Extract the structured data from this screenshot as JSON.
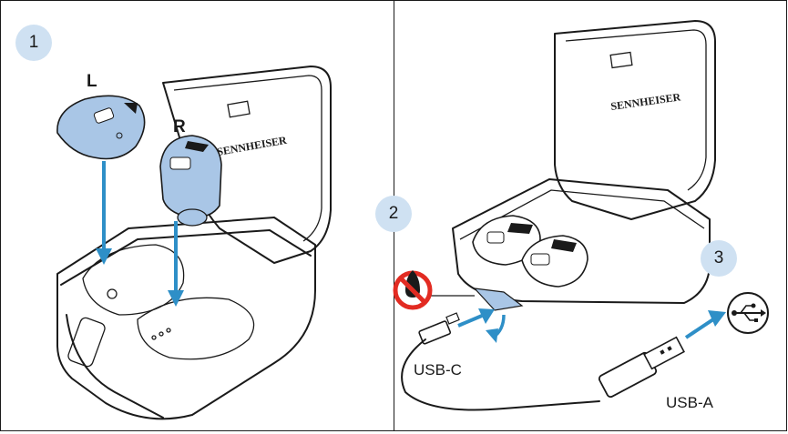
{
  "steps": {
    "step1": "1",
    "step2": "2",
    "step3": "3"
  },
  "earbuds": {
    "left_label": "L",
    "right_label": "R"
  },
  "brand": "SENNHEISER",
  "cables": {
    "usb_c_label": "USB-C",
    "usb_a_label": "USB-A"
  },
  "colors": {
    "accent_blue": "#2e8fc7",
    "badge_fill": "#cfe1f2",
    "earbud_fill": "#a9c6e6",
    "no_water_red": "#e22b22"
  }
}
